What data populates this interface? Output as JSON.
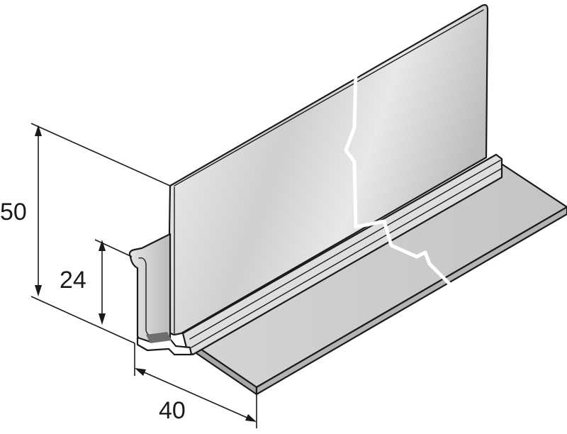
{
  "dimensions": {
    "height_total": "50",
    "height_channel": "24",
    "width_base": "40"
  },
  "colors": {
    "metal_light": "#ececec",
    "metal_mid": "#c9c9c9",
    "metal_dark": "#9c9c9c",
    "outline": "#1a1a1a",
    "break_line": "#ffffff"
  }
}
